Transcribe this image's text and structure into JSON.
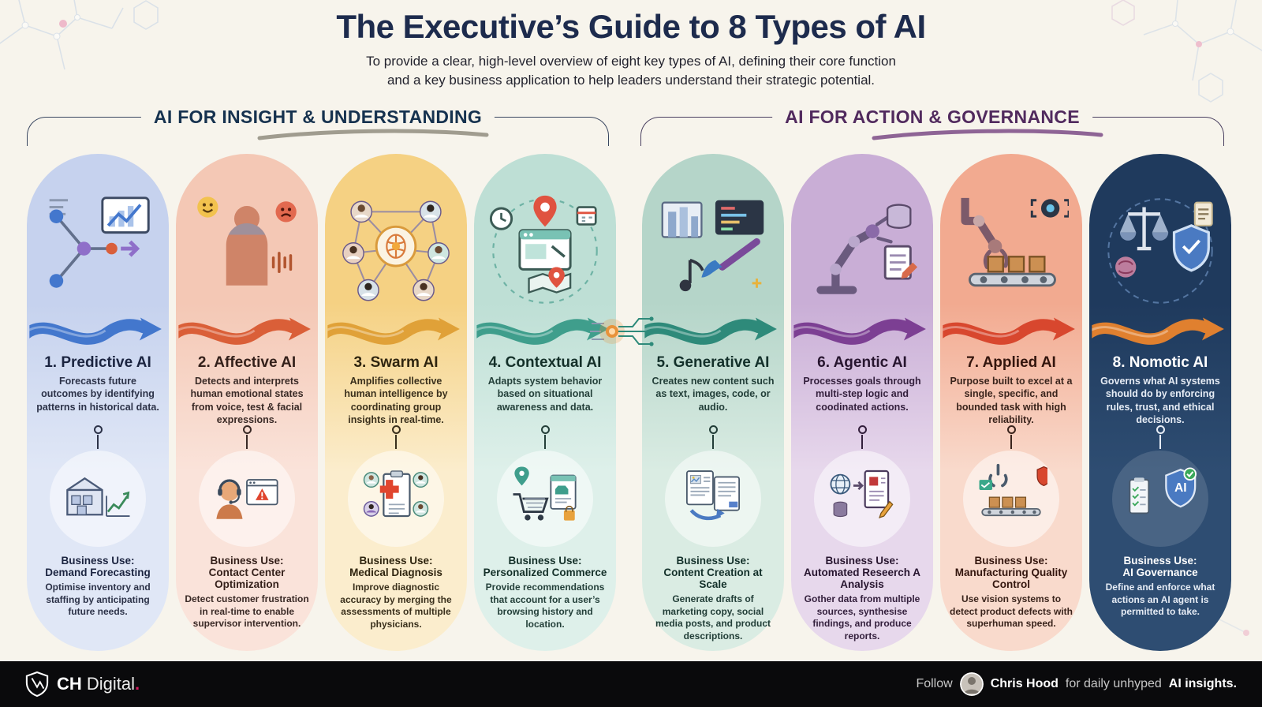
{
  "title": "The Executive’s Guide to 8 Types of AI",
  "subtitle": [
    "To provide a clear, high-level overview of eight key types of AI, defining their core function",
    "and a key business application to help leaders understand their strategic potential."
  ],
  "groups": [
    {
      "label": "AI FOR INSIGHT & UNDERSTANDING",
      "label_color": "#16324f",
      "bracket_color": "#3a4760",
      "underline_color": "#8a8678"
    },
    {
      "label": "AI FOR ACTION & GOVERNANCE",
      "label_color": "#512a5e",
      "bracket_color": "#4a4060",
      "underline_color": "#7b4a86"
    }
  ],
  "business_use_label": "Business Use:",
  "cards": [
    {
      "title": "1. Predictive AI",
      "description": "Forecasts future outcomes by identifying patterns in historical data.",
      "use_title": "Demand Forecasting",
      "use_description": "Optimise inventory and staffing by anticipating future needs.",
      "colors": {
        "top": "#c6d2ee",
        "bottom": "#e0e7f6",
        "accent": "#4377cd",
        "title_text": "#1b2440",
        "body_text": "#2c3248"
      }
    },
    {
      "title": "2. Affective AI",
      "description": "Detects and interprets human emotional states from voice, test & facial expressions.",
      "use_title": "Contact Center Optimization",
      "use_description": "Detect customer frustration in real-time to enable supervisor intervention.",
      "colors": {
        "top": "#f4c8b5",
        "bottom": "#fae3da",
        "accent": "#da5f38",
        "title_text": "#34201a",
        "body_text": "#3a2a26"
      }
    },
    {
      "title": "3. Swarm AI",
      "description": "Amplifies collective human intelligence by coordinating group insights in real-time.",
      "use_title": "Medical Diagnosis",
      "use_description": "Improve diagnostic accuracy by merging the assessments of multiple physicians.",
      "colors": {
        "top": "#f5d183",
        "bottom": "#fbedcd",
        "accent": "#e0a138",
        "title_text": "#2f250f",
        "body_text": "#3a301c"
      }
    },
    {
      "title": "4. Contextual AI",
      "description": "Adapts system behavior based on situational awareness and data.",
      "use_title": "Personalized Commerce",
      "use_description": "Provide recommendations that account for a user’s browsing history and location.",
      "colors": {
        "top": "#bedfd5",
        "bottom": "#def0ea",
        "accent": "#3f9e8c",
        "title_text": "#143029",
        "body_text": "#24403a"
      }
    },
    {
      "title": "5. Generative AI",
      "description": "Creates new content such as text, images, code, or audio.",
      "use_title": "Content Creation at Scale",
      "use_description": "Generate drafts of marketing copy, social media posts, and product descriptions.",
      "colors": {
        "top": "#b5d5c9",
        "bottom": "#daece3",
        "accent": "#2e8a7a",
        "title_text": "#13302a",
        "body_text": "#223e38"
      }
    },
    {
      "title": "6. Agentic AI",
      "description": "Processes goals through multi-step logic and coodinated actions.",
      "use_title": "Automated Reseerch A Analysis",
      "use_description": "Gother data from multiple sources, synthesise findings, and produce reports.",
      "colors": {
        "top": "#c9aed6",
        "bottom": "#e7d8ec",
        "accent": "#7c3f93",
        "title_text": "#27152f",
        "body_text": "#331f3c"
      }
    },
    {
      "title": "7. Applied AI",
      "description": "Purpose built to excel at a single, specific, and bounded task with high reliability.",
      "use_title": "Manufacturing Quality Control",
      "use_description": "Use vision systems to detect product defects with superhuman speed.",
      "colors": {
        "top": "#f2aa90",
        "bottom": "#f9dacc",
        "accent": "#d8472e",
        "title_text": "#33150d",
        "body_text": "#3a241c"
      }
    },
    {
      "title": "8. Nomotic AI",
      "description": "Governs what AI systems should do by enforcing rules, trust, and ethical decisions.",
      "use_title": "AI Governance",
      "use_description": "Define and enforce what actions an AI agent is permitted to take.",
      "theme": "dark",
      "badge": "AI",
      "colors": {
        "top": "#1f3a5d",
        "bottom": "#2e4d72",
        "accent": "#e0802f",
        "title_text": "#ffffff",
        "body_text": "#e6ecf5"
      }
    }
  ],
  "footer": {
    "brand_ch": "CH",
    "brand_digital": "Digital",
    "brand_dot": ".",
    "follow_label": "Follow",
    "author": "Chris Hood",
    "tagline_pre": "for daily unhyped",
    "tagline_bold": "AI insights."
  }
}
